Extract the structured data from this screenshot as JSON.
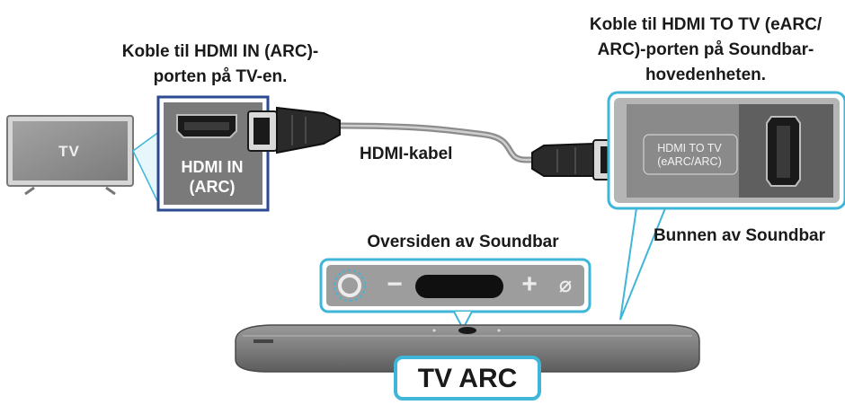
{
  "labels": {
    "tv_port_instruction": [
      "Koble til HDMI IN (ARC)-",
      "porten på TV-en."
    ],
    "soundbar_port_instruction": [
      "Koble til HDMI TO TV (eARC/",
      "ARC)-porten på Soundbar-",
      "hovedenheten."
    ],
    "cable": "HDMI-kabel",
    "soundbar_top": "Oversiden av Soundbar",
    "soundbar_bottom": "Bunnen av Soundbar",
    "tv": "TV",
    "hdmi_in_port": [
      "HDMI IN",
      "(ARC)"
    ],
    "hdmi_to_tv_port": [
      "HDMI TO TV",
      "(eARC/ARC)"
    ],
    "tv_arc": "TV ARC"
  },
  "controls": {
    "minus": "−",
    "plus": "+",
    "power": "⌀"
  },
  "colors": {
    "highlight_blue": "#3fb6d8",
    "tv_port_border": "#2a4b8f",
    "device_gray": "#8a8a8a",
    "port_panel": "#6f6f6f"
  }
}
